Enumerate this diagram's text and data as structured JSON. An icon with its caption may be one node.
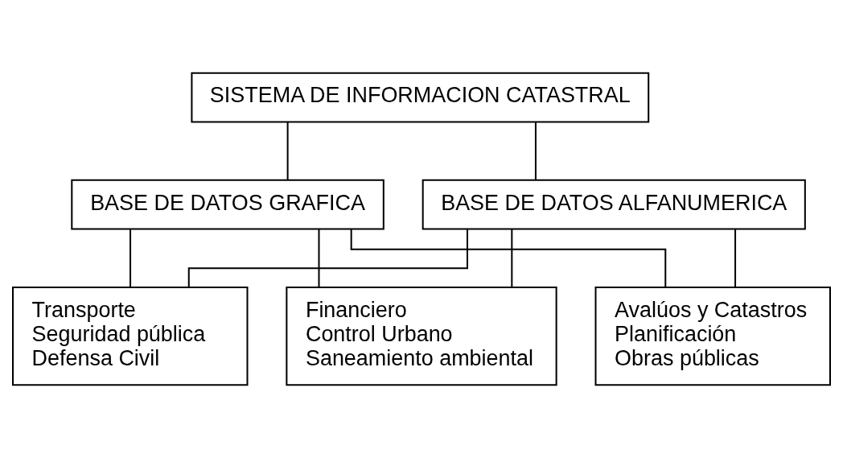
{
  "diagram": {
    "nodes": [
      {
        "text": [
          "SISTEMA DE INFORMACION CATASTRAL"
        ]
      },
      {
        "text": [
          "BASE DE DATOS GRAFICA"
        ]
      },
      {
        "text": [
          "BASE DE DATOS ALFANUMERICA"
        ]
      },
      {
        "text": [
          "Transporte",
          "Seguridad pública",
          "Defensa Civil"
        ]
      },
      {
        "text": [
          "Financiero",
          "Control Urbano",
          "Saneamiento ambiental"
        ]
      },
      {
        "text": [
          "Avalúos y Catastros",
          "Planificación",
          "Obras públicas"
        ]
      }
    ],
    "edges": [
      {
        "from": 0,
        "to": 1,
        "arrow": "none"
      },
      {
        "from": 0,
        "to": 2,
        "arrow": "none"
      },
      {
        "from": 1,
        "to": 3,
        "arrow": "none"
      },
      {
        "from": 1,
        "to": 4,
        "arrow": "none"
      },
      {
        "from": 1,
        "to": 5,
        "arrow": "none"
      },
      {
        "from": 2,
        "to": 3,
        "arrow": "none"
      },
      {
        "from": 2,
        "to": 4,
        "arrow": "none"
      },
      {
        "from": 2,
        "to": 5,
        "arrow": "none"
      }
    ]
  }
}
